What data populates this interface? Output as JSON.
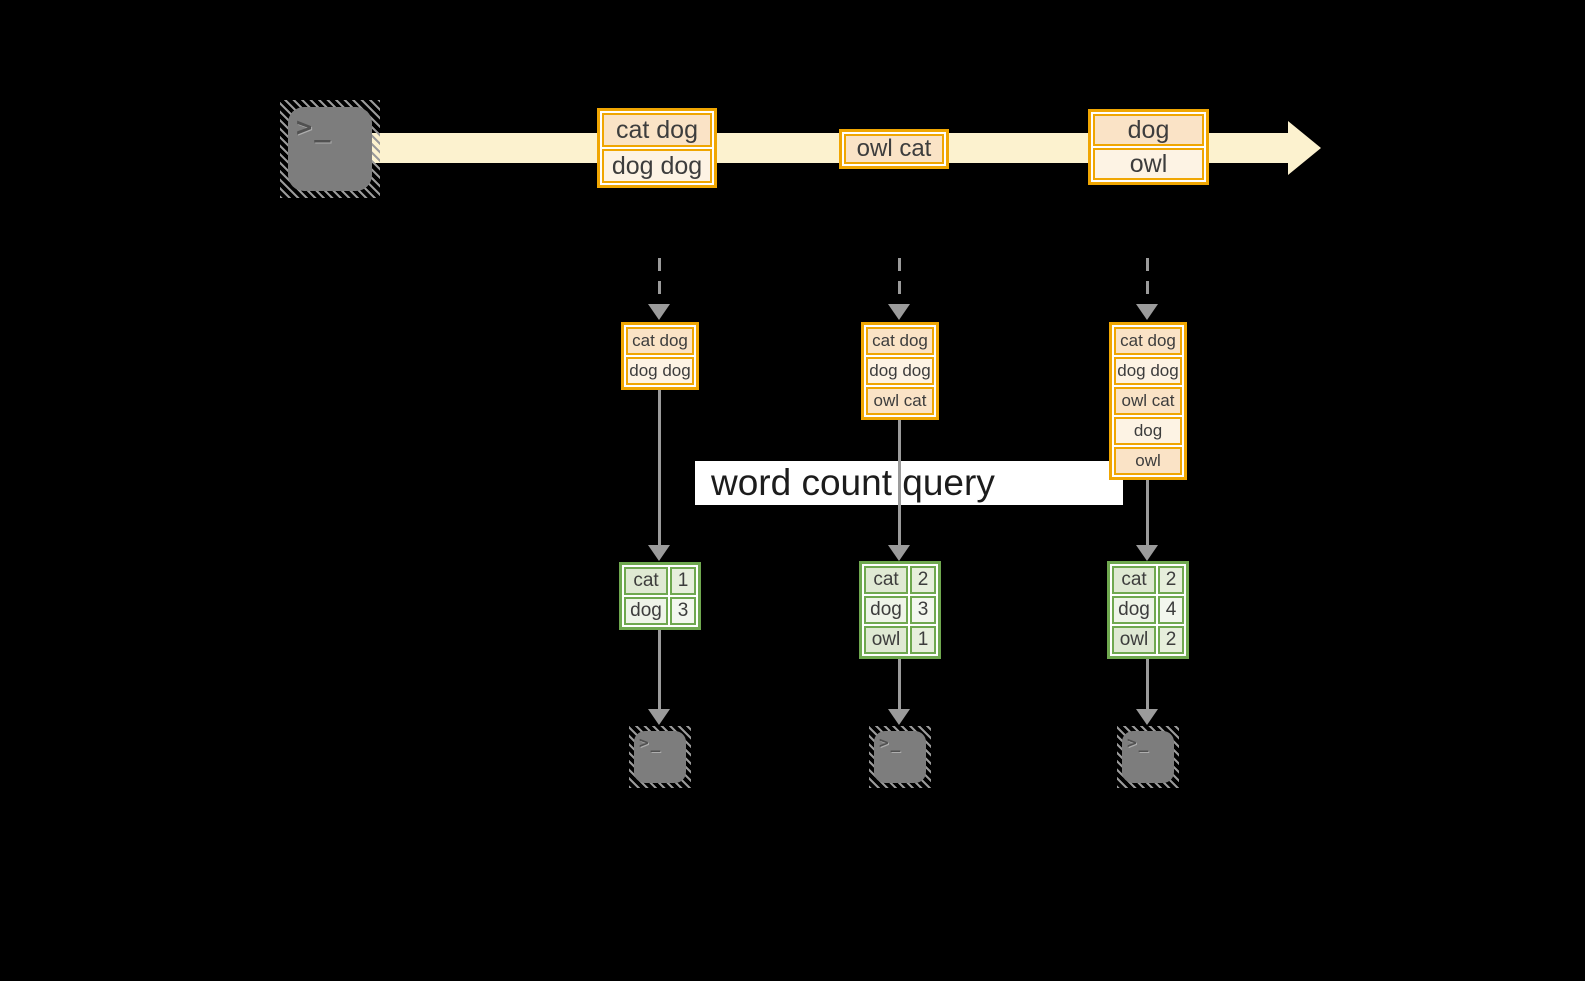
{
  "query_label": "word count query",
  "terminal_prompt": ">_",
  "stream": {
    "batches": [
      {
        "rows": [
          "cat dog",
          "dog dog"
        ]
      },
      {
        "rows": [
          "owl cat"
        ]
      },
      {
        "rows": [
          "dog",
          "owl"
        ]
      }
    ]
  },
  "columns": [
    {
      "micro_batch": [
        "cat dog",
        "dog dog"
      ],
      "counts": [
        [
          "cat",
          "1"
        ],
        [
          "dog",
          "3"
        ]
      ]
    },
    {
      "micro_batch": [
        "cat dog",
        "dog dog",
        "owl cat"
      ],
      "counts": [
        [
          "cat",
          "2"
        ],
        [
          "dog",
          "3"
        ],
        [
          "owl",
          "1"
        ]
      ]
    },
    {
      "micro_batch": [
        "cat dog",
        "dog dog",
        "owl cat",
        "dog",
        "owl"
      ],
      "counts": [
        [
          "cat",
          "2"
        ],
        [
          "dog",
          "4"
        ],
        [
          "owl",
          "2"
        ]
      ]
    }
  ],
  "colors": {
    "background": "#000000",
    "stream_band": "#FCF2CF",
    "amber_border": "#F0A602",
    "cell_peach": "#FAE3C6",
    "cell_cream": "#FDF3E4",
    "green_border": "#6FA84F",
    "green_cell": "#DFE9D3",
    "green_cell_alt": "#EEF4E8",
    "connector_gray": "#9B9B9B",
    "terminal_gray": "#7D7D7D",
    "query_bg": "#FFFFFF"
  }
}
